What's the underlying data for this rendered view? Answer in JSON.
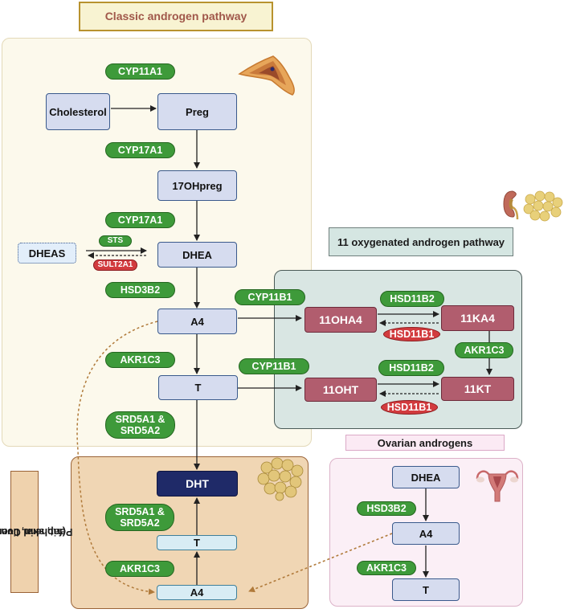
{
  "titles": {
    "classic": "Classic androgen pathway",
    "oxygenated": "11 oxygenated androgen pathway",
    "ovarian": "Ovarian androgens",
    "peripheral_line1": "Peripheral Conversion",
    "peripheral_line2": "(fat, skin, liver)"
  },
  "classic": {
    "nodes": {
      "cholesterol": "Cholesterol",
      "preg": "Preg",
      "ohpreg17": "17OHpreg",
      "dhea": "DHEA",
      "dheas": "DHEAS",
      "a4": "A4",
      "t": "T",
      "dht": "DHT"
    },
    "enzymes": {
      "cyp11a1": "CYP11A1",
      "cyp17a1_1": "CYP17A1",
      "cyp17a1_2": "CYP17A1",
      "sts": "STS",
      "sult2a1": "SULT2A1",
      "hsd3b2": "HSD3B2",
      "akr1c3": "AKR1C3",
      "srd5a_line1": "SRD5A1 &",
      "srd5a_line2": "SRD5A2"
    }
  },
  "oxygenated": {
    "nodes": {
      "ohA4": "11OHA4",
      "ka4": "11KA4",
      "oht": "11OHT",
      "kt": "11KT"
    },
    "enzymes": {
      "cyp11b1_1": "CYP11B1",
      "cyp11b1_2": "CYP11B1",
      "hsd11b2_1": "HSD11B2",
      "hsd11b2_2": "HSD11B2",
      "hsd11b1_1": "HSD11B1",
      "hsd11b1_2": "HSD11B1",
      "akr1c3": "AKR1C3"
    }
  },
  "peripheral": {
    "nodes": {
      "t": "T",
      "a4": "A4"
    },
    "enzymes": {
      "srd5a_line1": "SRD5A1 &",
      "srd5a_line2": "SRD5A2",
      "akr1c3": "AKR1C3"
    }
  },
  "ovarian": {
    "nodes": {
      "dhea": "DHEA",
      "a4": "A4",
      "t": "T"
    },
    "enzymes": {
      "hsd3b2": "HSD3B2",
      "akr1c3": "AKR1C3"
    }
  },
  "icons": {
    "adrenal": "adrenal-gland-icon",
    "kidney": "kidney-icon",
    "adipose": "adipose-tissue-icon",
    "uterus": "uterus-ovaries-icon"
  },
  "colors": {
    "enzyme_green": "#3e9a3a",
    "enzyme_red": "#d23b3e",
    "node_blue": "#d6dcef",
    "node_maroon": "#b15d6e",
    "node_dark": "#1f2a68",
    "peripheral_arrow": "#b07a3a"
  }
}
